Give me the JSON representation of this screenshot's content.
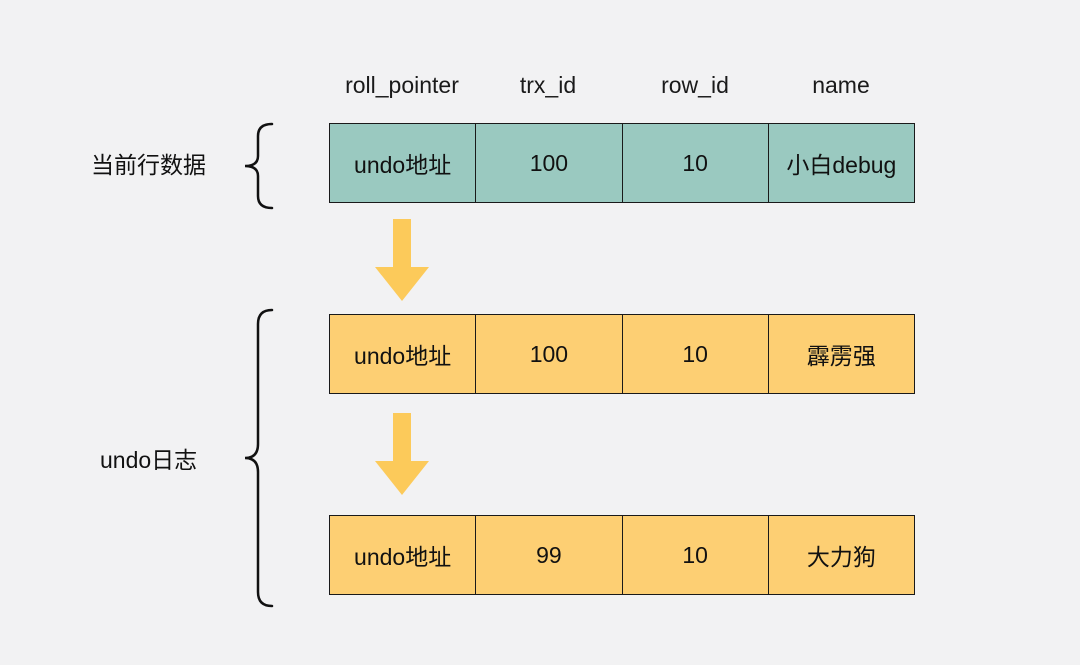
{
  "columns": [
    "roll_pointer",
    "trx_id",
    "row_id",
    "name"
  ],
  "labels": {
    "current": "当前行数据",
    "undo_log": "undo日志"
  },
  "rows": [
    {
      "roll_pointer": "undo地址",
      "trx_id": "100",
      "row_id": "10",
      "name": "小白debug"
    },
    {
      "roll_pointer": "undo地址",
      "trx_id": "100",
      "row_id": "10",
      "name": "霹雳强"
    },
    {
      "roll_pointer": "undo地址",
      "trx_id": "99",
      "row_id": "10",
      "name": "大力狗"
    }
  ],
  "colors": {
    "background": "#f2f2f3",
    "current_row": "#9ac9c0",
    "undo_row": "#fdcf73",
    "arrow": "#fcca5a",
    "border": "#1a1a1a"
  }
}
